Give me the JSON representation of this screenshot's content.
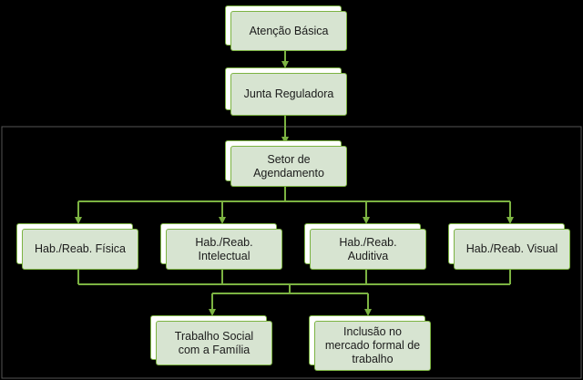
{
  "colors": {
    "background": "#000000",
    "connector": "#7cb342",
    "box_fill": "#d7e4d1",
    "box_back": "#ffffff",
    "frame": "#555555"
  },
  "nodes": {
    "atencao_basica": "Atenção Básica",
    "junta_reguladora": "Junta Reguladora",
    "setor_agendamento": "Setor de\nAgendamento",
    "hab_fisica": "Hab./Reab.  Física",
    "hab_intelectual": "Hab./Reab.\nIntelectual",
    "hab_auditiva": "Hab./Reab.\nAuditiva",
    "hab_visual": "Hab./Reab. Visual",
    "trabalho_social": "Trabalho Social\ncom a Família",
    "inclusao": "Inclusão no\nmercado formal de\ntrabalho"
  },
  "edges": [
    [
      "atencao_basica",
      "junta_reguladora"
    ],
    [
      "junta_reguladora",
      "setor_agendamento"
    ],
    [
      "setor_agendamento",
      "hab_fisica"
    ],
    [
      "setor_agendamento",
      "hab_intelectual"
    ],
    [
      "setor_agendamento",
      "hab_auditiva"
    ],
    [
      "setor_agendamento",
      "hab_visual"
    ],
    [
      "hab_fisica",
      "trabalho_social"
    ],
    [
      "hab_intelectual",
      "trabalho_social"
    ],
    [
      "hab_auditiva",
      "inclusao"
    ],
    [
      "hab_visual",
      "inclusao"
    ]
  ]
}
